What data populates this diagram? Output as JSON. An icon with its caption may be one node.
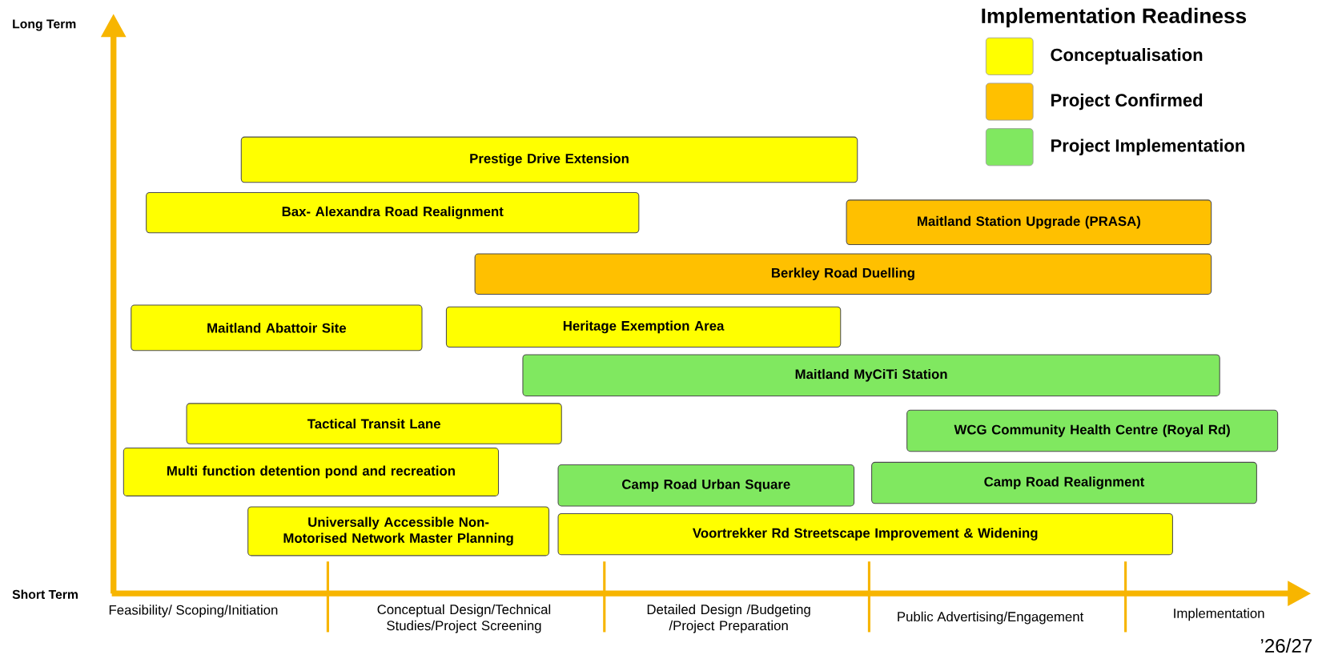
{
  "diagram": {
    "title": "Implementation Readiness",
    "nodes": [
      {
        "text": [
          "Prestige Drive Extension"
        ]
      },
      {
        "text": [
          "Bax- Alexandra Road Realignment"
        ]
      },
      {
        "text": [
          "Maitland Station Upgrade (PRASA)"
        ]
      },
      {
        "text": [
          "Berkley Road Duelling"
        ]
      },
      {
        "text": [
          "Maitland Abattoir Site"
        ]
      },
      {
        "text": [
          "Heritage Exemption Area"
        ]
      },
      {
        "text": [
          "Maitland MyCiTi Station"
        ]
      },
      {
        "text": [
          "Tactical Transit Lane"
        ]
      },
      {
        "text": [
          "WCG Community Health Centre (Royal Rd)"
        ]
      },
      {
        "text": [
          "Multi function detention pond and recreation"
        ]
      },
      {
        "text": [
          "Camp Road Urban Square"
        ]
      },
      {
        "text": [
          "Camp Road Realignment"
        ]
      },
      {
        "text": [
          "Universally Accessible Non-Motorised Network Master Planning"
        ]
      },
      {
        "text": [
          "Voortrekker Rd Streetscape Improvement & Widening"
        ]
      }
    ],
    "labels": [
      "Long Term",
      "Short Term",
      "Feasibility/ Scoping/Initiation",
      "Conceptual Design/Technical Studies/Project Screening",
      "Detailed Design /Budgeting /Project Preparation",
      "Public Advertising/Engagement",
      "Implementation",
      "’26/27"
    ],
    "legend": [
      {
        "text": "Conceptualisation",
        "color": "#ffff00"
      },
      {
        "text": "Project Confirmed",
        "color": "#ffc000"
      },
      {
        "text": "Project Implementation",
        "color": "#80e860"
      }
    ]
  }
}
